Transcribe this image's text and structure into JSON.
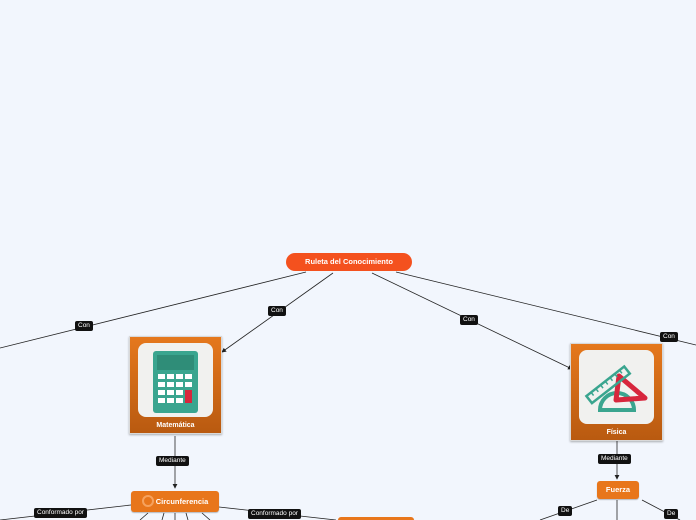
{
  "root": {
    "label": "Ruleta del Conocimiento"
  },
  "nodes": {
    "matematica": {
      "label": "Matemática",
      "icon": "calculator-icon"
    },
    "fisica": {
      "label": "Física",
      "icon": "ruler-triangle-protractor-icon"
    },
    "circunferencia": {
      "label": "Circunferencia",
      "icon": "circle-ring-icon"
    },
    "fuerza": {
      "label": "Fuerza"
    }
  },
  "edge_labels": {
    "con_far_left": "Con",
    "con_left": "Con",
    "con_right": "Con",
    "con_far_right": "Con",
    "mediante_left": "Mediante",
    "mediante_right": "Mediante",
    "conformado_left": "Conformado por",
    "conformado_right": "Conformado por",
    "de_left": "De",
    "de_right": "De"
  },
  "colors": {
    "background": "#f2f6fd",
    "root": "#f4511e",
    "node": "#e8761b",
    "label_bg": "#111111"
  }
}
